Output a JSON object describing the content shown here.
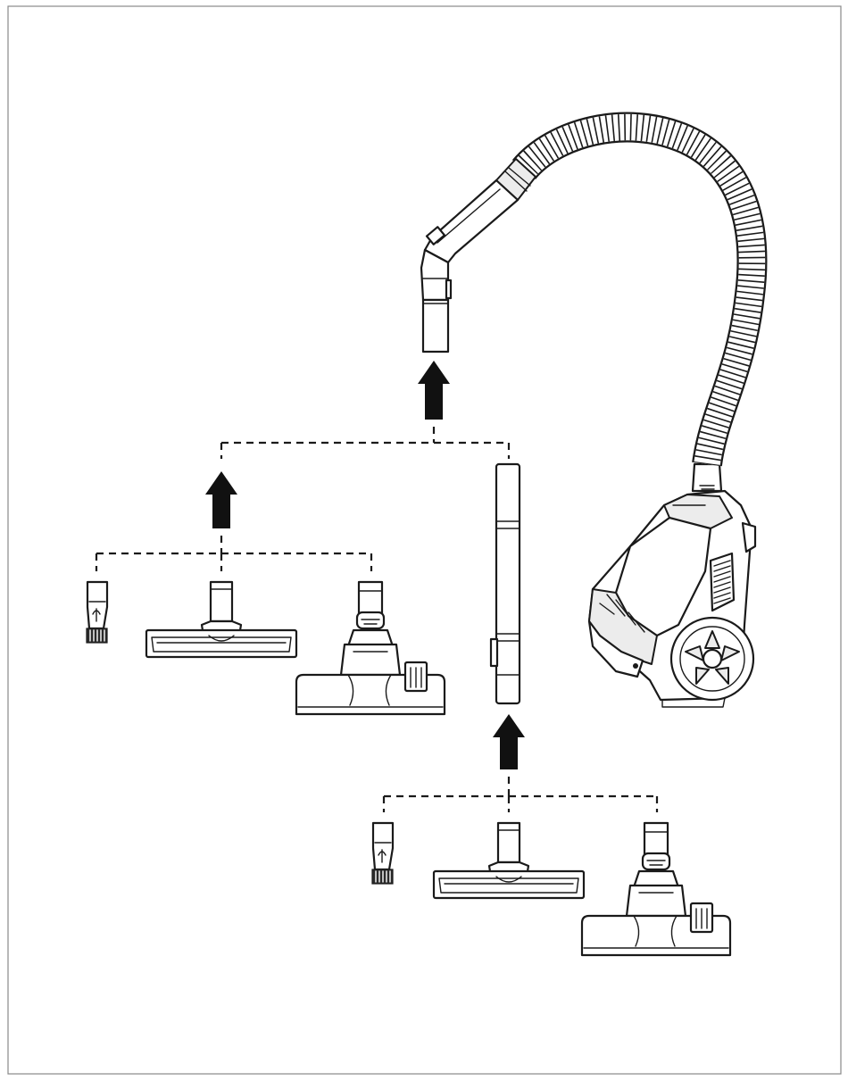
{
  "figure": {
    "background": "#ffffff",
    "frame_color": "#888888",
    "ink_color": "#1a1a1a",
    "parts": [
      "vacuum-body",
      "flexible-hose",
      "hose-handle",
      "extension-tube",
      "crevice-brush-tool",
      "hard-floor-nozzle",
      "carpet-floor-nozzle"
    ],
    "assembly_steps": [
      {
        "from": [
          "tube-or-tools"
        ],
        "to": "hose-handle",
        "arrow": "up"
      },
      {
        "from": [
          "crevice-brush-tool",
          "hard-floor-nozzle",
          "carpet-floor-nozzle"
        ],
        "to": "hose-handle",
        "arrow": "up"
      },
      {
        "from": [
          "crevice-brush-tool",
          "hard-floor-nozzle",
          "carpet-floor-nozzle"
        ],
        "to": "extension-tube",
        "arrow": "up"
      }
    ]
  }
}
